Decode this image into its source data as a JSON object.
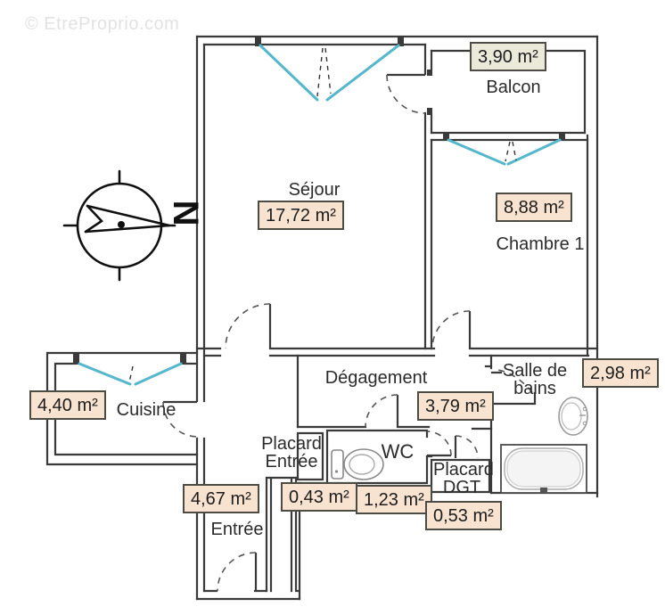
{
  "watermark": "© EtreProprio.com",
  "compass": {
    "letter": "N"
  },
  "rooms": {
    "sejour": {
      "name": "Séjour",
      "area": "17,72 m²"
    },
    "balcon": {
      "name": "Balcon",
      "area": "3,90 m²"
    },
    "chambre1": {
      "name": "Chambre 1",
      "area": "8,88 m²"
    },
    "cuisine": {
      "name": "Cuisine",
      "area": "4,40 m²"
    },
    "degagement": {
      "name": "Dégagement",
      "area": "3,79 m²"
    },
    "salle_de_bains": {
      "name": "Salle de bains",
      "area": "2,98 m²"
    },
    "wc": {
      "name": "WC",
      "area": "1,23 m²"
    },
    "placard_entree": {
      "name": "Placard Entrée",
      "area": "0,43 m²"
    },
    "placard_dgt": {
      "name": "Placard DGT",
      "area": "0,53 m²"
    },
    "entree": {
      "name": "Entrée",
      "area": "4,67 m²"
    }
  },
  "colors": {
    "wall": "#3a3a3a",
    "window": "#55b7cb",
    "door_arc": "#555555",
    "area_box_bg": "#f7e3cf",
    "area_box_bg_alt": "#ebe9da",
    "area_box_border": "#4c4c44",
    "watermark": "#e2e2e2",
    "fixture": "#909090"
  },
  "fixtures": [
    "toilet-icon",
    "sink-icon",
    "bathtub-icon",
    "compass-rose-icon"
  ]
}
